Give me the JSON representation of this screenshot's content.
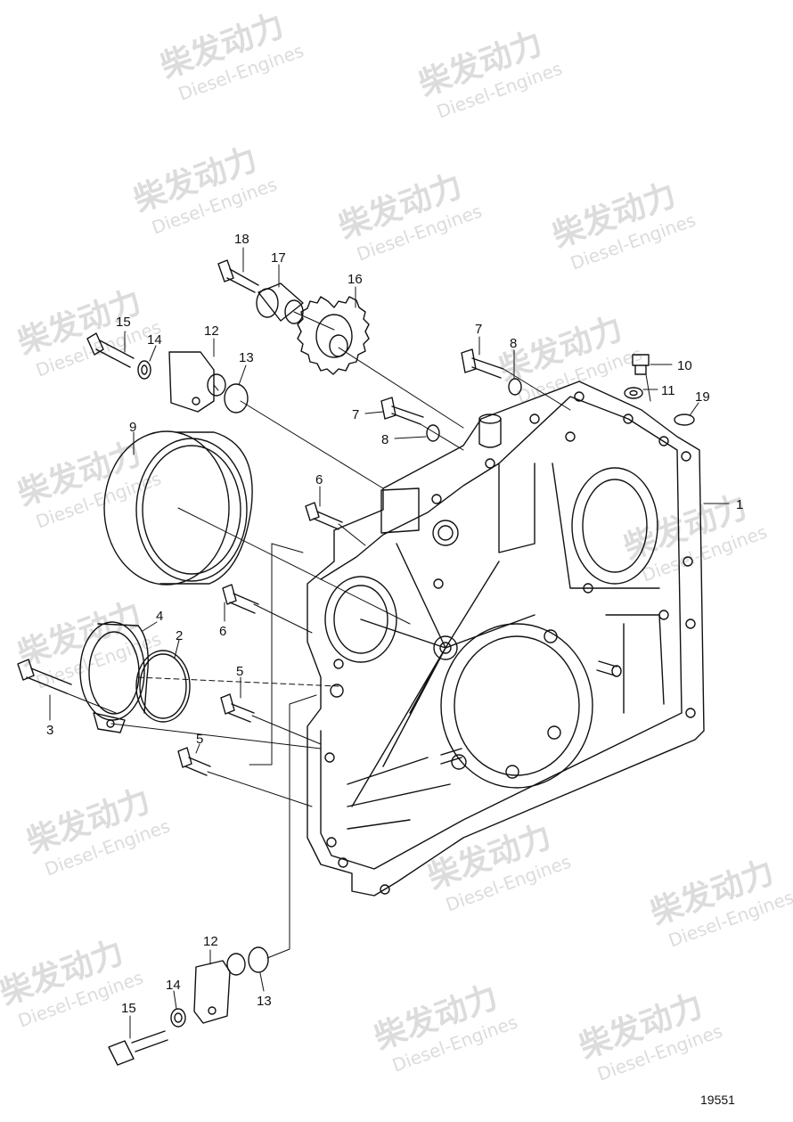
{
  "watermark": {
    "cn": "柴发动力",
    "en": "Diesel-Engines"
  },
  "figure_number": "19551",
  "callouts": {
    "c1": "1",
    "c2": "2",
    "c3": "3",
    "c4": "4",
    "c5a": "5",
    "c5b": "5",
    "c6a": "6",
    "c6b": "6",
    "c7a": "7",
    "c7b": "7",
    "c8a": "8",
    "c8b": "8",
    "c9": "9",
    "c10": "10",
    "c11": "11",
    "c12a": "12",
    "c12b": "12",
    "c13a": "13",
    "c13b": "13",
    "c14a": "14",
    "c14b": "14",
    "c15a": "15",
    "c15b": "15",
    "c16": "16",
    "c17": "17",
    "c18": "18",
    "c19": "19"
  },
  "colors": {
    "line": "#111111",
    "watermark": "#dcdcdc",
    "background": "#ffffff"
  }
}
